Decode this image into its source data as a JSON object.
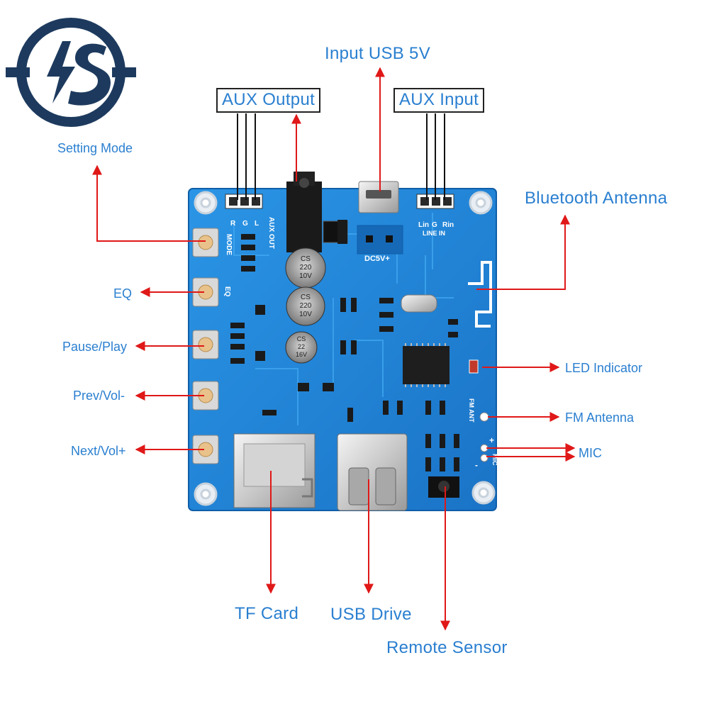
{
  "brand": {
    "logo_color": "#1d3a5e",
    "accent": "#2a7fd0",
    "arrow_color": "#e01818"
  },
  "labels": {
    "setting_mode": "Setting Mode",
    "eq": "EQ",
    "pause_play": "Pause/Play",
    "prev_vol": "Prev/Vol-",
    "next_vol": "Next/Vol+",
    "aux_output": "AUX Output",
    "input_usb": "Input USB 5V",
    "aux_input": "AUX Input",
    "bluetooth_antenna": "Bluetooth Antenna",
    "led_indicator": "LED Indicator",
    "fm_antenna": "FM Antenna",
    "mic": "MIC",
    "tf_card": "TF Card",
    "usb_drive": "USB Drive",
    "remote_sensor": "Remote Sensor"
  },
  "board": {
    "color": "#1f86d8",
    "silk": {
      "mode": "MODE",
      "eq": "EQ",
      "r": "R",
      "g": "G",
      "l": "L",
      "aux_out": "AUX OUT",
      "dc5v": "DC5V+",
      "lin": "Lin",
      "g2": "G",
      "rin": "Rin",
      "line_in": "LINE IN",
      "fm_ant": "FM ANT",
      "mic": "MIC",
      "plus": "+",
      "minus": "-",
      "cap1": [
        "CS",
        "220",
        "10V"
      ],
      "cap2": [
        "CS",
        "220",
        "10V"
      ],
      "cap3": [
        "CS",
        "22",
        "16V"
      ]
    }
  }
}
